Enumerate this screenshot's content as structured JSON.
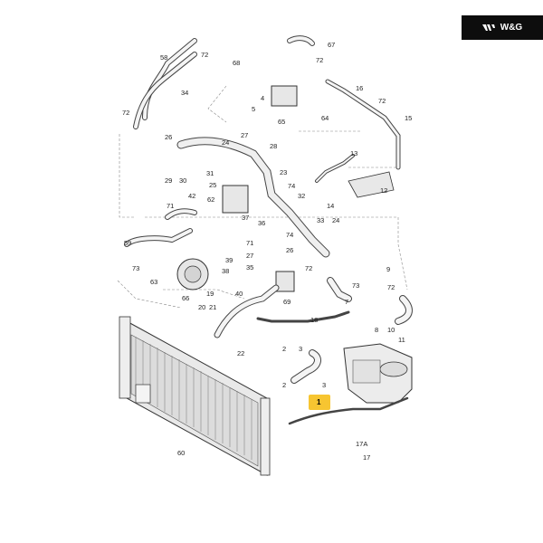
{
  "brand": {
    "label": "W&G",
    "icon": "wg-logo-icon",
    "background": "#0d0d0d",
    "color": "#ffffff"
  },
  "highlight": {
    "part": "1",
    "color": "#f7c531"
  },
  "callouts": [
    "58",
    "72",
    "68",
    "67",
    "72",
    "16",
    "72",
    "15",
    "65",
    "64",
    "34",
    "4",
    "5",
    "72",
    "26",
    "27",
    "28",
    "24",
    "31",
    "29",
    "30",
    "23",
    "25",
    "74",
    "32",
    "13",
    "14",
    "12",
    "42",
    "71",
    "62",
    "37",
    "36",
    "33",
    "24",
    "59",
    "73",
    "39",
    "38",
    "71",
    "26",
    "27",
    "35",
    "74",
    "72",
    "63",
    "66",
    "40",
    "19",
    "21",
    "20",
    "69",
    "18",
    "9",
    "73",
    "72",
    "7",
    "22",
    "2",
    "3",
    "2",
    "3",
    "1",
    "11",
    "60",
    "17",
    "17A",
    "8",
    "10"
  ],
  "parts_labels": {
    "radiator": "60",
    "main_hose": "1"
  }
}
